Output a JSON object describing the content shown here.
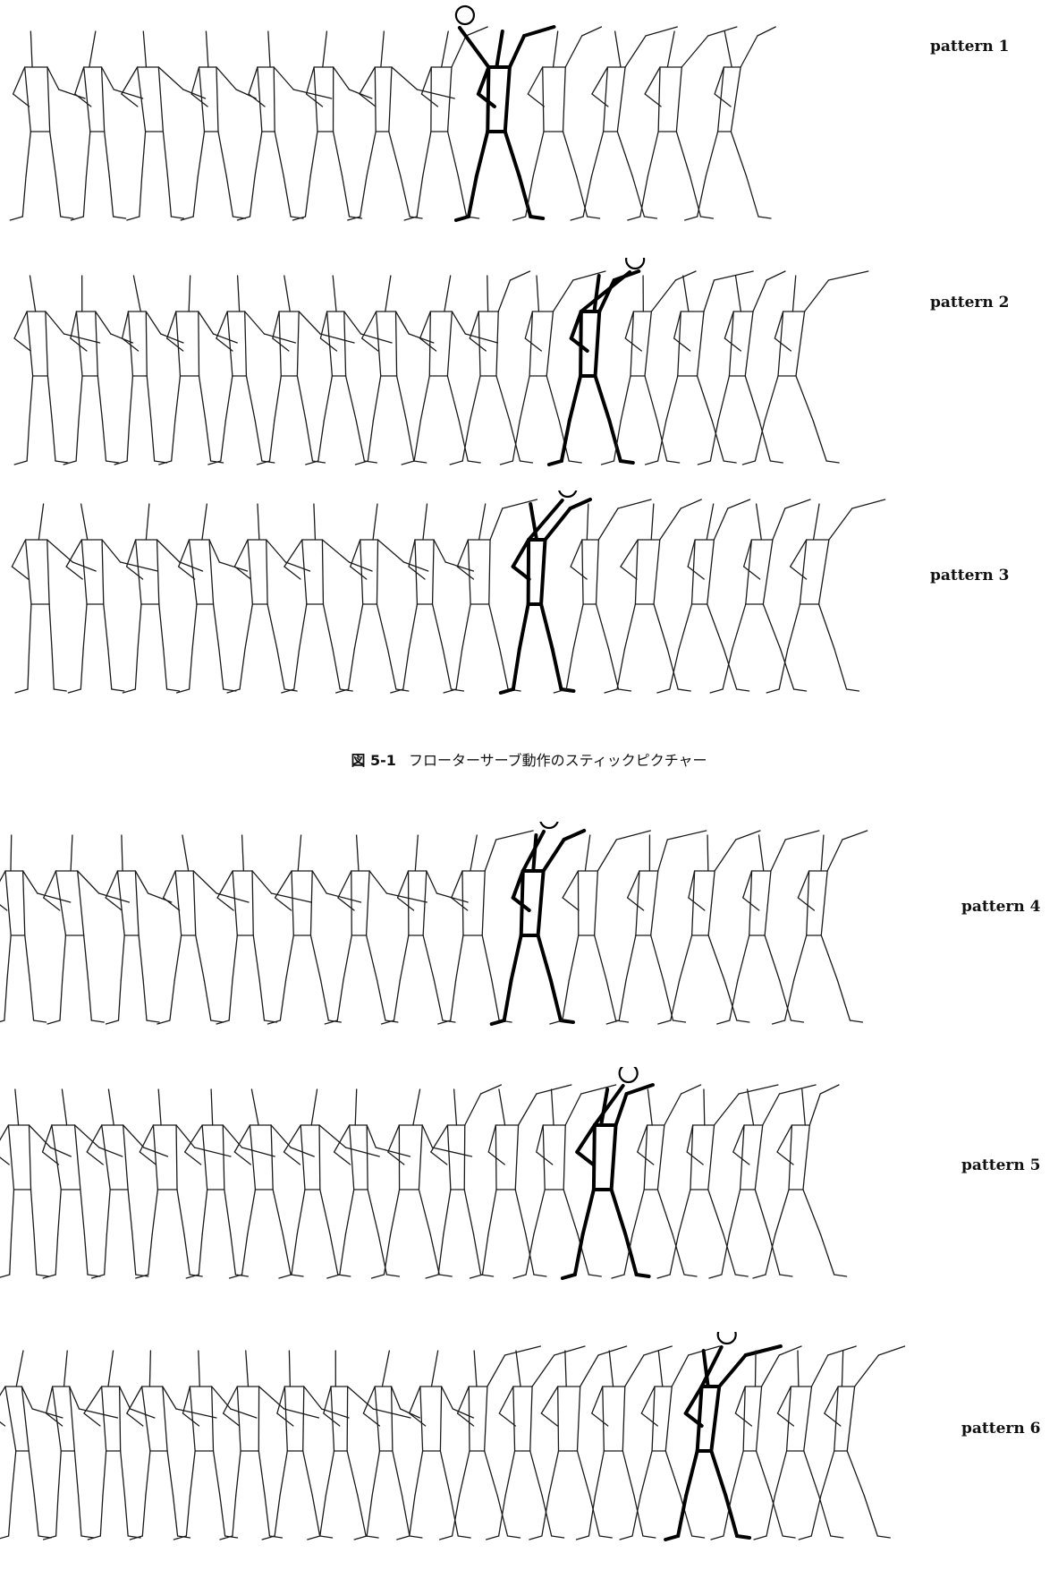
{
  "figure_caption": {
    "number": "図 5-1",
    "text": "フローターサーブ動作のスティックピクチャー"
  },
  "patterns": [
    {
      "label": "pattern 1",
      "frames": 13,
      "highlight": 9,
      "ball_offset": -0.05
    },
    {
      "label": "pattern 2",
      "frames": 16,
      "highlight": 12,
      "ball_offset": 0.06
    },
    {
      "label": "pattern 3",
      "frames": 15,
      "highlight": 10,
      "ball_offset": 0.04
    },
    {
      "label": "pattern 4",
      "frames": 15,
      "highlight": 10,
      "ball_offset": 0.02
    },
    {
      "label": "pattern 5",
      "frames": 17,
      "highlight": 13,
      "ball_offset": 0.03
    },
    {
      "label": "pattern 6",
      "frames": 19,
      "highlight": 16,
      "ball_offset": 0.02
    }
  ],
  "colors": {
    "line": "#1a1a1a",
    "highlight": "#000000",
    "background": "#ffffff"
  }
}
